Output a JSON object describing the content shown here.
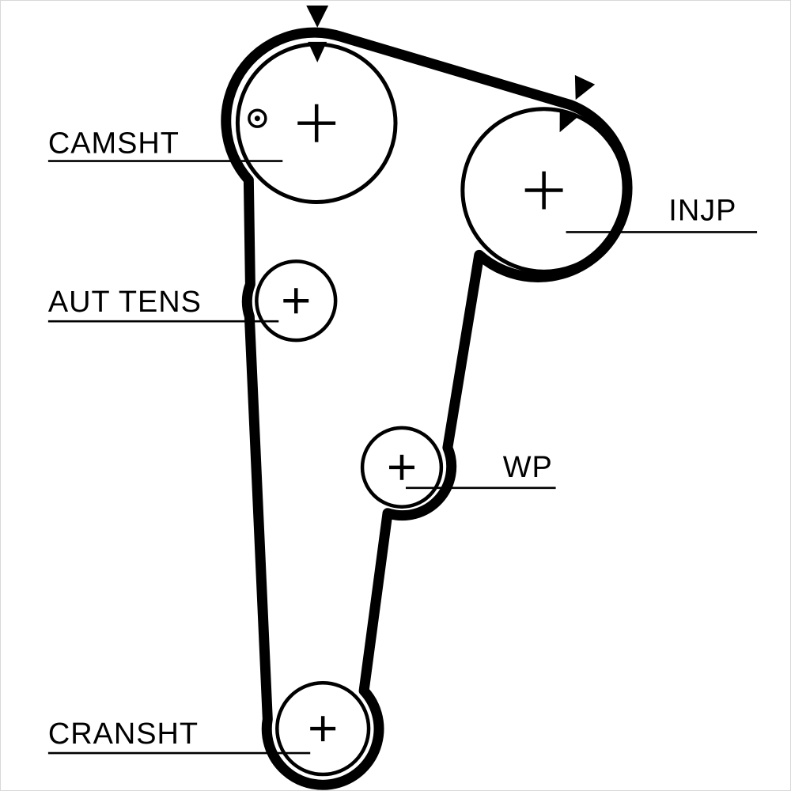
{
  "diagram": {
    "type": "timing-belt-routing-diagram",
    "labels": {
      "camshaft": "CAMSHT",
      "tensioner": "AUT TENS",
      "injection_pump": "INJP",
      "water_pump": "WP",
      "crankshaft": "CRANSHT"
    },
    "icons": {
      "timing_mark_arrow": "▼",
      "alignment_dot": "◎",
      "pulley_center_mark": "+"
    },
    "colors": {
      "ink": "#000000",
      "background": "#ffffff",
      "frame": "#d8d8d8"
    }
  }
}
